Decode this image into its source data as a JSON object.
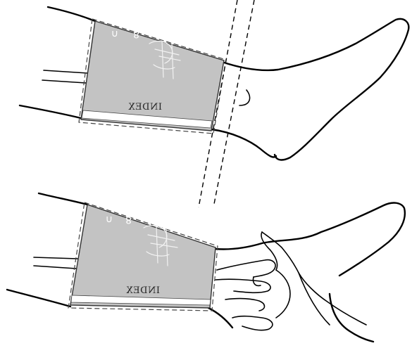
{
  "figure": {
    "top_cuff_label": "INDEX",
    "bottom_cuff_label": "INDEX",
    "cuff_digit": "8",
    "cuff_symbol": "∩",
    "tube_icon": "air-tube",
    "marker_icon": "artery-marker-lines",
    "hand_icon": "hand-checking-fit"
  }
}
